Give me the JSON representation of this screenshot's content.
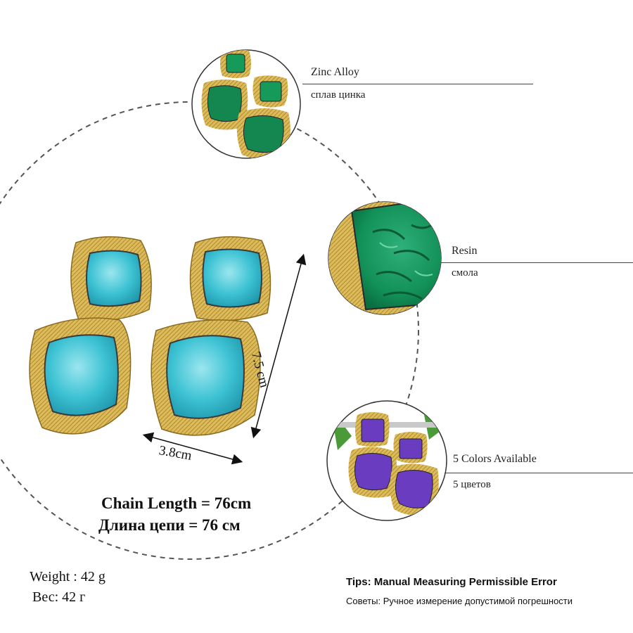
{
  "features": [
    {
      "label_en": "Zinc Alloy",
      "label_ru": "сплав цинка",
      "icon": "zinc-alloy-closeup"
    },
    {
      "label_en": "Resin",
      "label_ru": "смола",
      "icon": "resin-closeup"
    },
    {
      "label_en": "5 Colors Available",
      "label_ru": "5 цветов",
      "icon": "purple-earrings-closeup"
    }
  ],
  "dimensions": {
    "height": "7.5 cm",
    "width": "3.8cm"
  },
  "chain": {
    "en": "Chain Length = 76cm",
    "ru": "Длина цепи = 76 см"
  },
  "weight": {
    "en": "Weight : 42 g",
    "ru": "Вес: 42 г"
  },
  "tips": {
    "en": "Tips: Manual Measuring Permissible Error",
    "ru": "Советы: Ручное измерение допустимой погрешности"
  },
  "colors": {
    "gold": "#d8b552",
    "turquoise": "#3fc3d4",
    "green": "#15935a",
    "purple": "#6a3cc0"
  }
}
